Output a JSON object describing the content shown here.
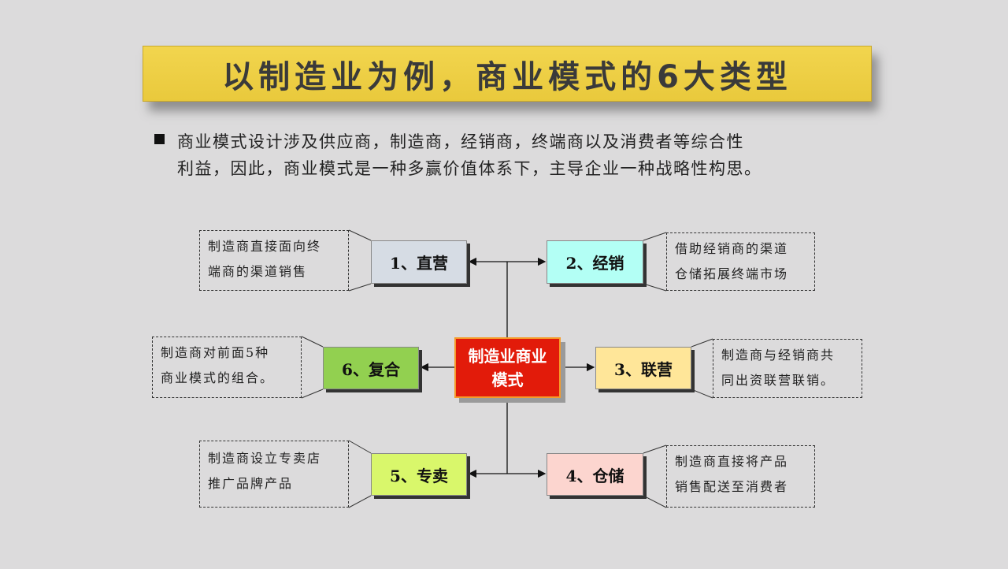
{
  "title": "以制造业为例，商业模式的6大类型",
  "intro": {
    "line1": "商业模式设计涉及供应商，制造商，经销商，终端商以及消费者等综合性",
    "line2": "利益，因此，商业模式是一种多赢价值体系下，主导企业一种战略性构思。"
  },
  "center": "制造业商业模式",
  "types": [
    {
      "label": "1、直营",
      "desc1": "制造商直接面向终",
      "desc2": "端商的渠道销售",
      "color": "#d6dce4"
    },
    {
      "label": "2、经销",
      "desc1": "借助经销商的渠道",
      "desc2": "仓储拓展终端市场",
      "color": "#b3fff5"
    },
    {
      "label": "3、联营",
      "desc1": "制造商与经销商共",
      "desc2": "同出资联营联销。",
      "color": "#ffe699"
    },
    {
      "label": "4、仓储",
      "desc1": "制造商直接将产品",
      "desc2": "销售配送至消费者",
      "color": "#fcd5cf"
    },
    {
      "label": "5、专卖",
      "desc1": "制造商设立专卖店",
      "desc2": "推广品牌产品",
      "color": "#d9f76b"
    },
    {
      "label": "6、复合",
      "desc1": "制造商对前面5种",
      "desc2": "商业模式的组合。",
      "color": "#92d050"
    }
  ]
}
